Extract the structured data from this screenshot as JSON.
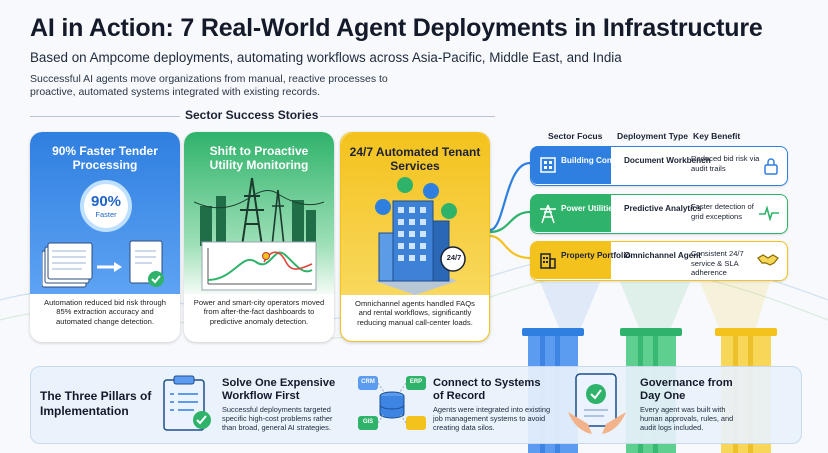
{
  "header": {
    "title": "AI in Action: 7 Real-World Agent Deployments in Infrastructure",
    "subtitle": "Based on Ampcome deployments, automating workflows across Asia-Pacific, Middle East, and India",
    "intro": "Successful AI agents move organizations from manual, reactive processes to proactive, automated systems integrated with existing records."
  },
  "sector_stories": {
    "heading": "Sector Success Stories",
    "cards": [
      {
        "title": "90% Faster Tender Processing",
        "badge_value": "90%",
        "badge_label": "Faster",
        "description": "Automation reduced bid risk through 85% extraction accuracy and automated change detection.",
        "color": "#2f7fe0"
      },
      {
        "title": "Shift to Proactive Utility Monitoring",
        "description": "Power and smart-city operators moved from after-the-fact dashboards to predictive anomaly detection.",
        "color": "#2fb36a"
      },
      {
        "title": "24/7 Automated Tenant Services",
        "badge_value": "24/7",
        "description": "Omnichannel agents handled FAQs and rental workflows, significantly reducing manual call-center loads.",
        "color": "#f4c21d"
      }
    ]
  },
  "table": {
    "headers": [
      "Sector Focus",
      "Deployment Type",
      "Key Benefit"
    ],
    "rows": [
      {
        "sector": "Building Contractor",
        "type": "Document Workbench",
        "benefit": "Reduced bid risk via audit trails",
        "color": "#2f7fe0",
        "icon": "building-icon",
        "benefit_icon": "lock-icon"
      },
      {
        "sector": "Power Utilities",
        "type": "Predictive Analytics",
        "benefit": "Faster detection of grid exceptions",
        "color": "#2fb36a",
        "icon": "power-tower-icon",
        "benefit_icon": "pulse-icon"
      },
      {
        "sector": "Property Portfolio",
        "type": "Omnichannel Agent",
        "benefit": "Consistent 24/7 service & SLA adherence",
        "color": "#f4c21d",
        "icon": "apartment-icon",
        "benefit_icon": "handshake-icon"
      }
    ]
  },
  "pillars": {
    "title": "The Three Pillars of Implementation",
    "items": [
      {
        "title": "Solve One Expensive Workflow First",
        "description": "Successful deployments targeted specific high-cost problems rather than broad, general AI strategies.",
        "icon": "clipboard-icon"
      },
      {
        "title": "Connect to Systems of Record",
        "description": "Agents were integrated into existing job management systems to avoid creating data silos.",
        "icon": "database-icon",
        "chips": [
          "CRM",
          "ERP",
          "GIS"
        ]
      },
      {
        "title": "Governance from Day One",
        "description": "Every agent was built with human approvals, rules, and audit logs included.",
        "icon": "tablet-approval-icon"
      }
    ]
  }
}
